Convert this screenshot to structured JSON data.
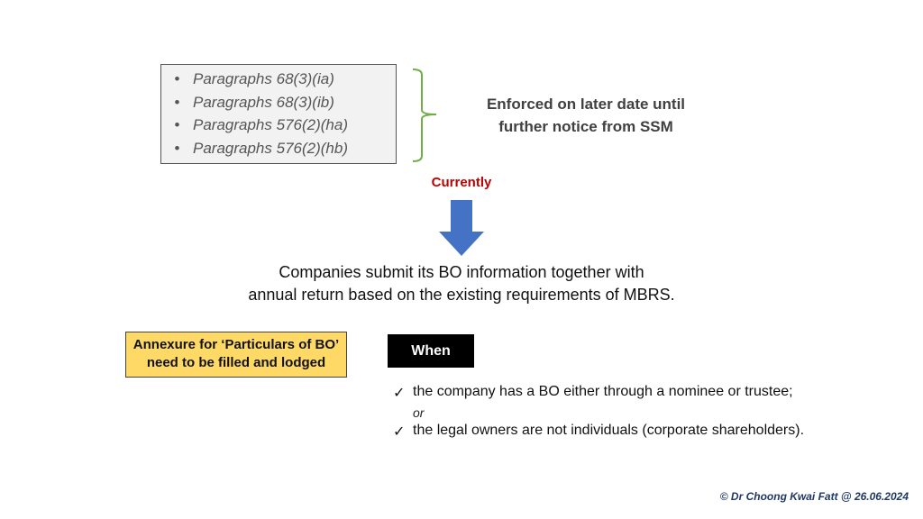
{
  "paragraphs": [
    "Paragraphs 68(3)(ia)",
    "Paragraphs 68(3)(ib)",
    "Paragraphs 576(2)(ha)",
    "Paragraphs 576(2)(hb)"
  ],
  "enforced": [
    "Enforced on later date until",
    "further notice from SSM"
  ],
  "currently": "Currently",
  "summary": [
    "Companies submit its BO information together with",
    "annual return based on the existing requirements of MBRS."
  ],
  "annex": [
    "Annexure for ‘Particulars of BO’",
    "need to be filled and lodged"
  ],
  "when": "When",
  "conditions": [
    "the company has a BO either through a nominee or trustee;",
    "the legal owners are not individuals (corporate shareholders)."
  ],
  "or": "or",
  "check": "✓",
  "bullet": "•",
  "credit": "© Dr Choong Kwai Fatt @ 26.06.2024",
  "colors": {
    "brace": "#70ad47",
    "arrow": "#4472c4",
    "currently": "#c00000",
    "annex": "#ffd966"
  }
}
